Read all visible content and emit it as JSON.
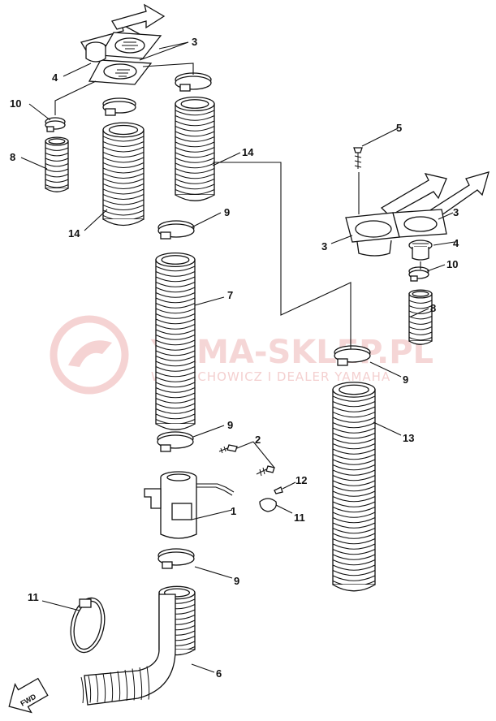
{
  "callouts": {
    "c1": "1",
    "c2": "2",
    "c3a": "3",
    "c3b": "3",
    "c3c": "3",
    "c4a": "4",
    "c4b": "4",
    "c5": "5",
    "c6": "6",
    "c7": "7",
    "c8a": "8",
    "c8b": "8",
    "c9a": "9",
    "c9b": "9",
    "c9c": "9",
    "c9d": "9",
    "c10a": "10",
    "c10b": "10",
    "c11a": "11",
    "c11b": "11",
    "c12": "12",
    "c13": "13",
    "c14a": "14",
    "c14b": "14"
  },
  "fwd_label": "FWD",
  "watermark": {
    "title": "YAMA-SKLEP.PL",
    "subtitle": "W. WIECHOWICZ I DEALER YAMAHA"
  },
  "colors": {
    "line": "#111111",
    "watermark": "#f2c8c8"
  }
}
